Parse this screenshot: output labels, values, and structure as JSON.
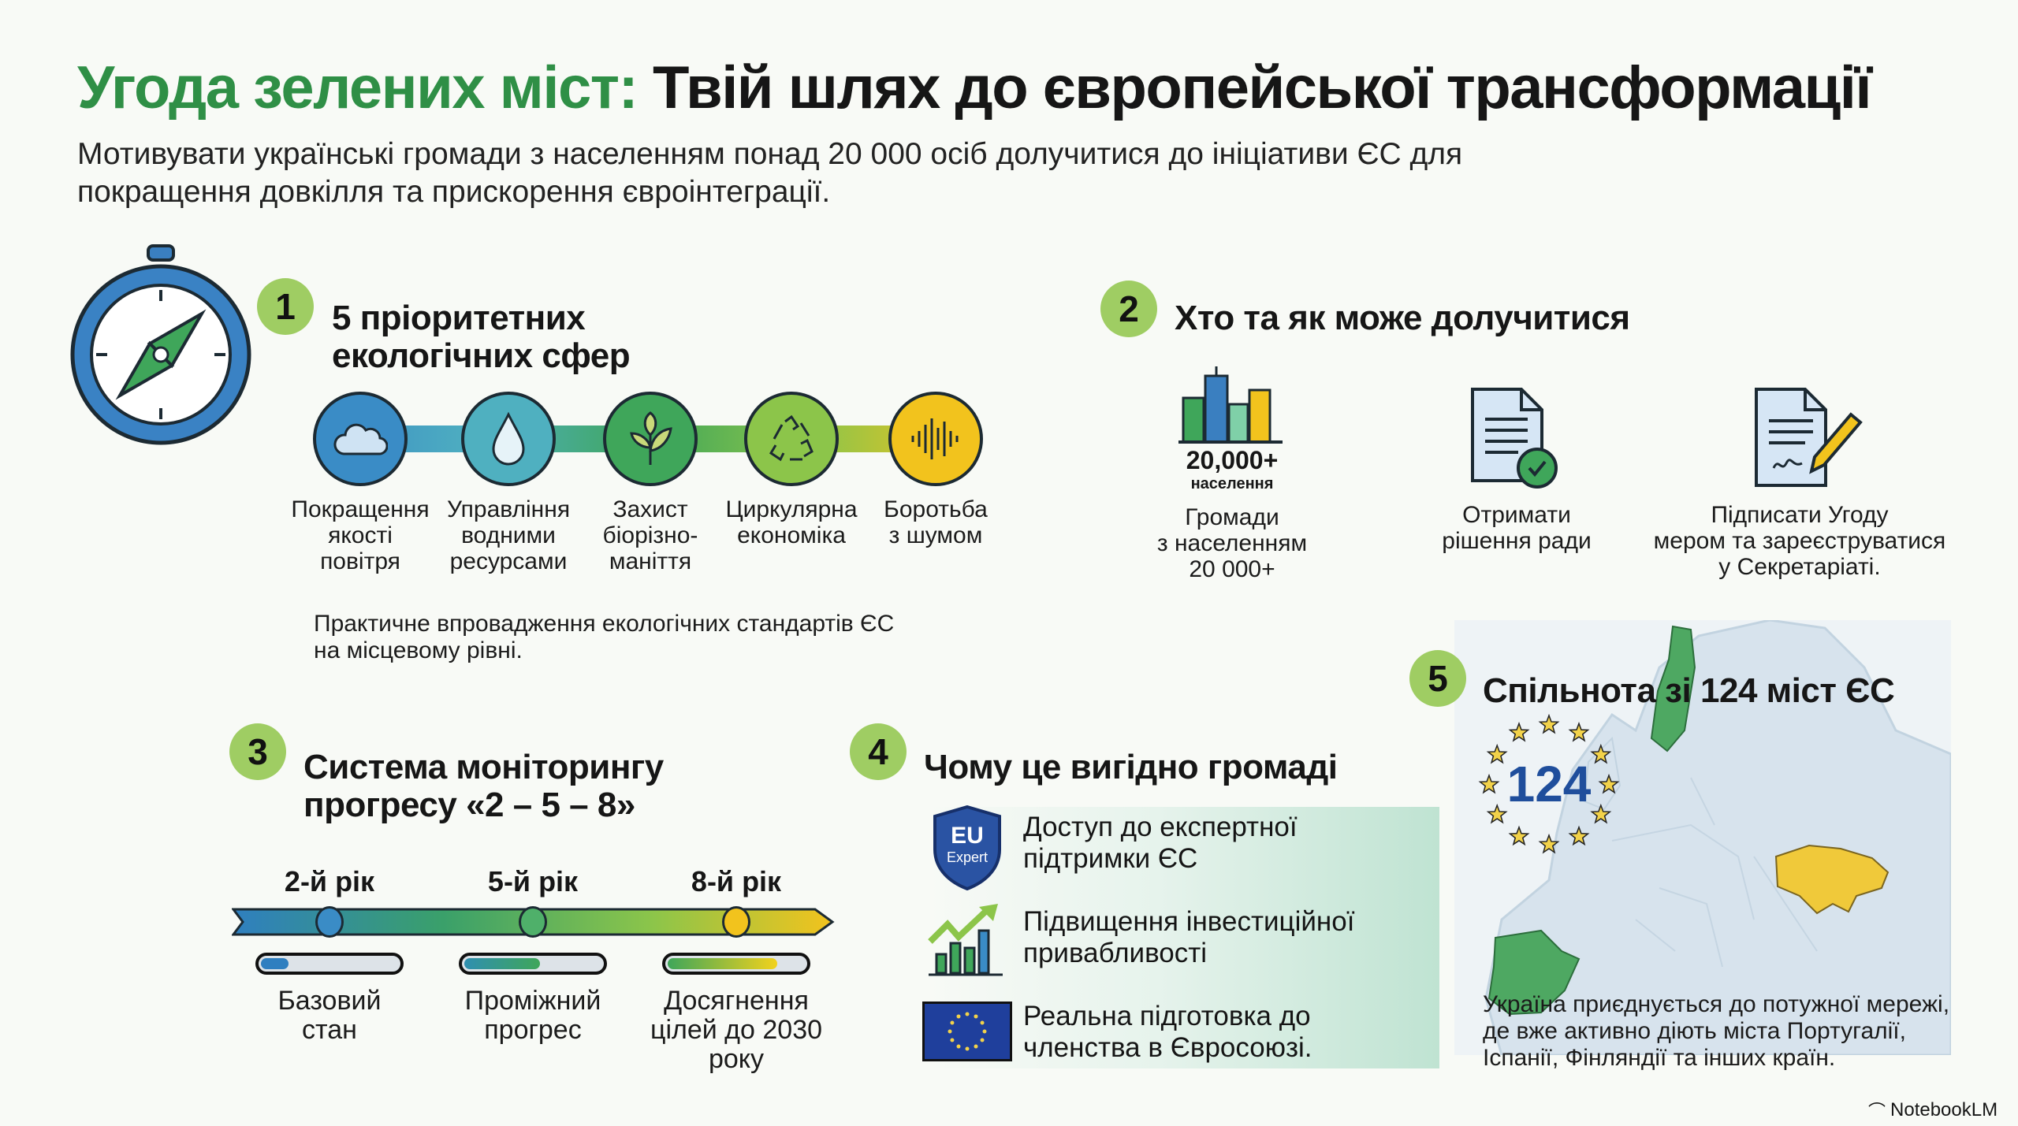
{
  "header": {
    "title_green": "Угода зелених міст:",
    "title_dark": "Твій шлях до європейської трансформації",
    "subtitle": "Мотивувати українські громади з населенням понад 20 000 осіб долучитися до ініціативи ЄС для покращення довкілля та прискорення євроінтеграції."
  },
  "section1": {
    "number": "1",
    "title_line1": "5 пріоритетних",
    "title_line2": "екологічних сфер",
    "spheres": [
      {
        "icon": "cloud-icon",
        "line1": "Покращення",
        "line2": "якості",
        "line3": "повітря",
        "color": "#3a8cc6"
      },
      {
        "icon": "water-drop-icon",
        "line1": "Управління",
        "line2": "водними",
        "line3": "ресурсами",
        "color": "#4fb0c0"
      },
      {
        "icon": "leaf-icon",
        "line1": "Захист",
        "line2": "біорізно-",
        "line3": "маніття",
        "color": "#3fa65a"
      },
      {
        "icon": "recycle-icon",
        "line1": "Циркулярна",
        "line2": "економіка",
        "line3": "",
        "color": "#8cc54a"
      },
      {
        "icon": "sound-wave-icon",
        "line1": "Боротьба",
        "line2": "з шумом",
        "line3": "",
        "color": "#f2c31d"
      }
    ],
    "note": "Практичне впровадження екологічних стандартів ЄС на місцевому рівні."
  },
  "section2": {
    "number": "2",
    "title": "Хто та як може долучитися",
    "steps": [
      {
        "icon": "city-buildings-icon",
        "big": "20,000+",
        "small": "населення",
        "line1": "Громади",
        "line2": "з населенням",
        "line3": "20 000+"
      },
      {
        "icon": "document-check-icon",
        "line1": "Отримати",
        "line2": "рішення ради",
        "line3": ""
      },
      {
        "icon": "document-sign-icon",
        "line1": "Підписати Угоду",
        "line2": "мером та зареєструватися",
        "line3": "у Секретаріаті."
      }
    ]
  },
  "section3": {
    "number": "3",
    "title_line1": "Система моніторингу",
    "title_line2": "прогресу «2 – 5 – 8»",
    "milestones": [
      {
        "year": "2-й рік",
        "line1": "Базовий",
        "line2": "стан",
        "line3": "",
        "progress": 0.2
      },
      {
        "year": "5-й рік",
        "line1": "Проміжний",
        "line2": "прогрес",
        "line3": "",
        "progress": 0.55
      },
      {
        "year": "8-й рік",
        "line1": "Досягнення",
        "line2": "цілей до 2030",
        "line3": "року",
        "progress": 0.8
      }
    ]
  },
  "section4": {
    "number": "4",
    "title": "Чому це вигідно громаді",
    "benefits": [
      {
        "icon": "eu-expert-shield-icon",
        "badge_top": "EU",
        "badge_bottom": "Expert",
        "line1": "Доступ до експертної",
        "line2": "підтримки ЄС"
      },
      {
        "icon": "growth-chart-icon",
        "line1": "Підвищення інвестиційної",
        "line2": "привабливості"
      },
      {
        "icon": "eu-flag-icon",
        "line1": "Реальна підготовка до",
        "line2": "членства в Євросоюзі."
      }
    ]
  },
  "section5": {
    "number": "5",
    "title": "Спільнота зі 124 міст ЄС",
    "count": "124",
    "description": "Україна приєднується до потужної мережі, де вже активно діють міста Португалії, Іспанії, Фінляндії та інших країн."
  },
  "footer": {
    "brand": "NotebookLM"
  },
  "colors": {
    "green": "#2f8f46",
    "badge": "#9fcd63",
    "blue": "#1f4e9c",
    "yellow": "#f2c31d"
  }
}
